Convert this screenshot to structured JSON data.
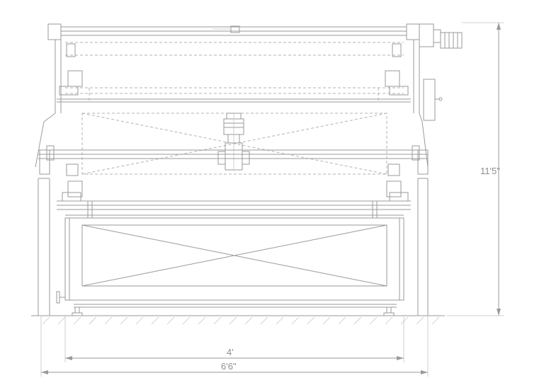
{
  "drawing": {
    "dimensions": {
      "height": "11'5\"",
      "inner_width": "4'",
      "outer_width": "6'6\""
    },
    "colors": {
      "line": "#9a9a9a",
      "text": "#8d8d8d",
      "background": "#ffffff"
    }
  }
}
